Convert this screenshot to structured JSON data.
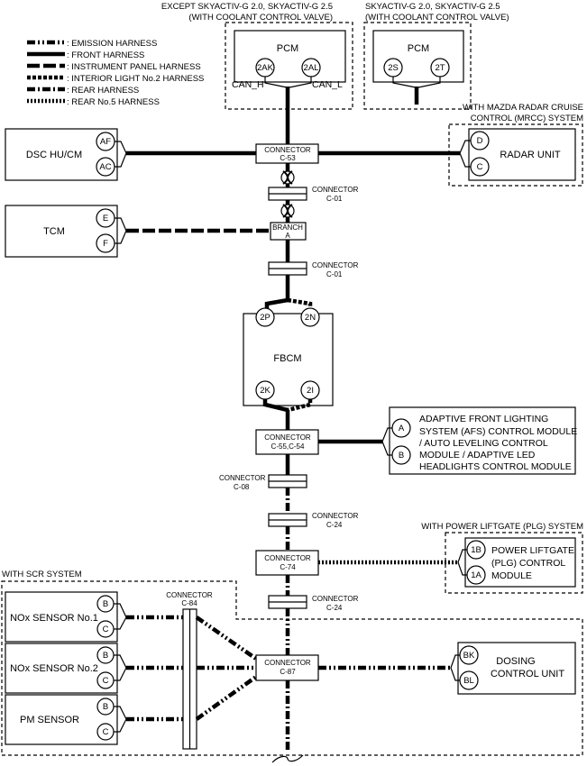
{
  "variant_labels": {
    "except_skyactiv_1": "EXCEPT SKYACTIV-G 2.0, SKYACTIV-G 2.5",
    "except_skyactiv_2": "(WITH COOLANT CONTROL VALVE)",
    "skyactiv_1": "SKYACTIV-G 2.0, SKYACTIV-G 2.5",
    "skyactiv_2": "(WITH COOLANT CONTROL VALVE)",
    "mrcc_1": "WITH MAZDA RADAR CRUISE",
    "mrcc_2": "CONTROL (MRCC) SYSTEM",
    "plg": "WITH POWER LIFTGATE (PLG) SYSTEM",
    "scr": "WITH SCR SYSTEM"
  },
  "legend": [
    {
      "label": ": EMISSION HARNESS",
      "style": "emission"
    },
    {
      "label": ": FRONT HARNESS",
      "style": "front"
    },
    {
      "label": ": INSTRUMENT PANEL HARNESS",
      "style": "instrument"
    },
    {
      "label": ": INTERIOR LIGHT No.2 HARNESS",
      "style": "interior"
    },
    {
      "label": ": REAR HARNESS",
      "style": "rear"
    },
    {
      "label": ": REAR No.5 HARNESS",
      "style": "rear5"
    }
  ],
  "modules": {
    "pcm1": "PCM",
    "pcm2": "PCM",
    "dsc": "DSC HU/CM",
    "radar": "RADAR UNIT",
    "tcm": "TCM",
    "fbcm": "FBCM",
    "afs": [
      "ADAPTIVE FRONT LIGHTING",
      "SYSTEM (AFS) CONTROL MODULE",
      "/ AUTO LEVELING CONTROL",
      "MODULE / ADAPTIVE LED",
      "HEADLIGHTS CONTROL MODULE"
    ],
    "plg": [
      "POWER LIFTGATE",
      "(PLG) CONTROL",
      "MODULE"
    ],
    "nox1": "NOx SENSOR No.1",
    "nox2": "NOx SENSOR No.2",
    "pm": "PM SENSOR",
    "dosing": [
      "DOSING",
      "CONTROL UNIT"
    ]
  },
  "pins": {
    "pcm1_left": "2AK",
    "pcm1_right": "2AL",
    "pcm2_left": "2S",
    "pcm2_right": "2T",
    "dsc_top": "AF",
    "dsc_bottom": "AC",
    "radar_top": "D",
    "radar_bottom": "C",
    "tcm_top": "E",
    "tcm_bottom": "F",
    "fbcm_top_left": "2P",
    "fbcm_top_right": "2N",
    "fbcm_bottom_left": "2K",
    "fbcm_bottom_right": "2I",
    "afs_top": "A",
    "afs_bottom": "B",
    "plg_top": "1B",
    "plg_bottom": "1A",
    "nox1_top": "B",
    "nox1_bottom": "C",
    "nox2_top": "B",
    "nox2_bottom": "C",
    "pm_top": "B",
    "pm_bottom": "C",
    "dosing_top": "BK",
    "dosing_bottom": "BL"
  },
  "can_labels": {
    "high": "CAN_H",
    "low": "CAN_L"
  },
  "connectors": {
    "c53": [
      "CONNECTOR",
      "C-53"
    ],
    "c01a": [
      "CONNECTOR",
      "C-01"
    ],
    "branch": [
      "BRANCH",
      "A"
    ],
    "c01b": [
      "CONNECTOR",
      "C-01"
    ],
    "c55": [
      "CONNECTOR",
      "C-55,C-54"
    ],
    "c08": [
      "CONNECTOR",
      "C-08"
    ],
    "c24a": [
      "CONNECTOR",
      "C-24"
    ],
    "c74": [
      "CONNECTOR",
      "C-74"
    ],
    "c24b": [
      "CONNECTOR",
      "C-24"
    ],
    "c84": [
      "CONNECTOR",
      "C-84"
    ],
    "c87": [
      "CONNECTOR",
      "C-87"
    ]
  }
}
